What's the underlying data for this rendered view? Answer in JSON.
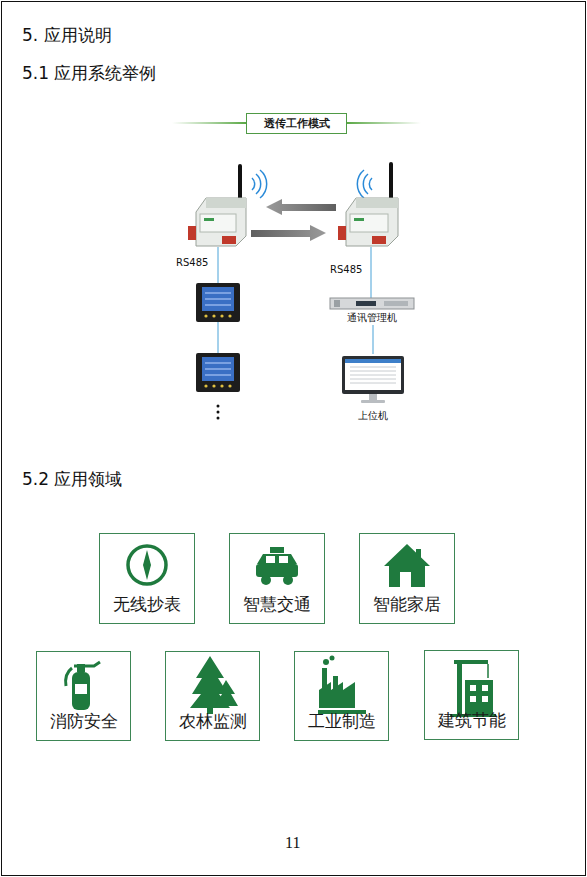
{
  "diagram": {
    "title": "5. 应用说明",
    "nodes": [
      {
        "text": [
          "透传工作模式"
        ]
      },
      {
        "text": [
          "通讯管理机"
        ]
      },
      {
        "text": [
          "上位机"
        ]
      },
      {
        "text": [
          "无线抄表"
        ]
      },
      {
        "text": [
          "智慧交通"
        ]
      },
      {
        "text": [
          "智能家居"
        ]
      },
      {
        "text": [
          "消防安全"
        ]
      },
      {
        "text": [
          "农林监测"
        ]
      },
      {
        "text": [
          "工业制造"
        ]
      },
      {
        "text": [
          "建筑节能"
        ]
      }
    ],
    "edges": [
      {
        "from": 1,
        "to": 2,
        "arrow": "none"
      }
    ],
    "labels": [
      "5.1 应用系统举例",
      "RS485",
      "RS485",
      "5.2 应用领域",
      "11"
    ]
  }
}
